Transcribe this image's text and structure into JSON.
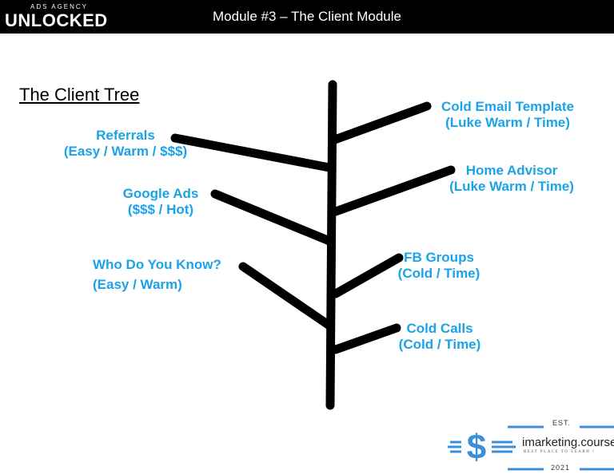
{
  "header": {
    "logo_small": "ADS AGENCY",
    "logo_main": "UNLOCKED",
    "title": "Module #3 – The Client Module"
  },
  "slide": {
    "title": "The Client Tree",
    "left_branches": [
      {
        "name": "Referrals",
        "detail": "(Easy / Warm / $$$)"
      },
      {
        "name": "Google Ads",
        "detail": "($$$ / Hot)"
      },
      {
        "name": "Who Do You Know?",
        "detail": "(Easy / Warm)"
      }
    ],
    "right_branches": [
      {
        "name": "Cold Email Template",
        "detail": "(Luke Warm / Time)"
      },
      {
        "name": "Home Advisor",
        "detail": "(Luke Warm / Time)"
      },
      {
        "name": "FB Groups",
        "detail": "(Cold / Time)"
      },
      {
        "name": "Cold Calls",
        "detail": "(Cold / Time)"
      }
    ],
    "label_color": "#1aa3e8"
  },
  "brand": {
    "est": "EST.",
    "name": "imarketing.courses",
    "tagline": "BEST PLACE TO LEARN !",
    "year": "2021",
    "icon": "dollar-icon",
    "color": "#3b8fd9"
  }
}
